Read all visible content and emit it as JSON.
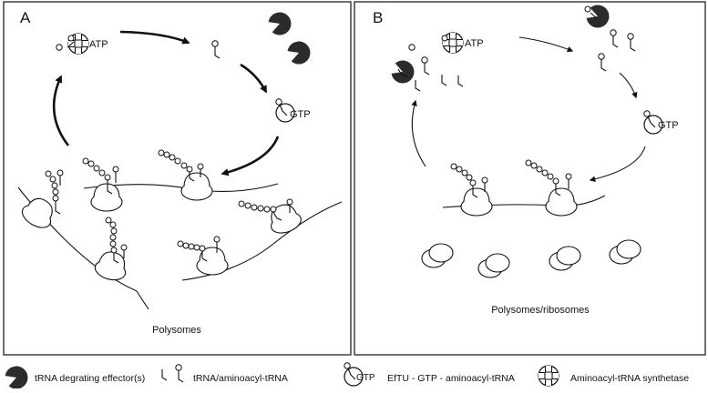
{
  "panel_a": {
    "label": "A",
    "atp_label": "ATP",
    "gtp_label": "GTP",
    "caption": "Polysomes"
  },
  "panel_b": {
    "label": "B",
    "atp_label": "ATP",
    "gtp_label": "GTP",
    "caption": "Polysomes/ribosomes"
  },
  "legend": {
    "items": [
      {
        "icon": "pacman-effector-icon",
        "label": "tRNA degrating effector(s)"
      },
      {
        "icon": "trna-icon",
        "label": "tRNA/aminoacyl-tRNA"
      },
      {
        "icon": "eftu-icon",
        "icon_text": "GTP",
        "label": "EfTU - GTP - aminoacyl-tRNA"
      },
      {
        "icon": "synthetase-icon",
        "label": "Aminoacyl-tRNA synthetase"
      }
    ]
  },
  "colors": {
    "effector": "#2b2b2b",
    "line": "#111111"
  }
}
